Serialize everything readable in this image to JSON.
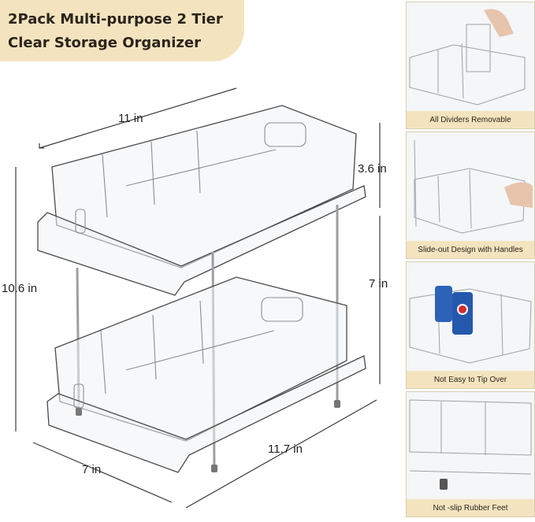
{
  "title": {
    "line1": "2Pack Multi-purpose 2 Tier",
    "line2": "Clear Storage Organizer"
  },
  "dimensions": {
    "width_top": "11 in",
    "height_total": "10.6 in",
    "height_top": "3.6 in",
    "height_lower": "7 in",
    "width_bottom": "7 in",
    "depth_bottom": "11.7 in"
  },
  "features": [
    {
      "caption": "All Dividers Removable"
    },
    {
      "caption": "Slide-out Design with Handles"
    },
    {
      "caption": "Not Easy to Tip Over"
    },
    {
      "caption": "Not -slip Rubber Feet"
    }
  ],
  "colors": {
    "banner": "#f3e4bf",
    "text": "#2b241c",
    "panel_border": "#d9cdb0"
  }
}
